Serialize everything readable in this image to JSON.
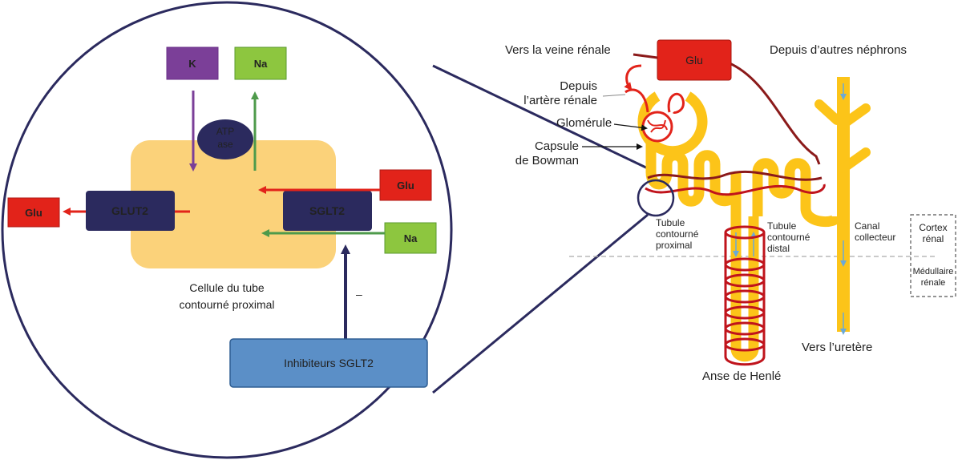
{
  "cell": {
    "k_label": "K",
    "na_top_label": "Na",
    "atpase_line1": "ATP",
    "atpase_line2": "ase",
    "glut2_label": "GLUT2",
    "sglt2_label": "SGLT2",
    "glu_out_label": "Glu",
    "glu_in_label": "Glu",
    "na_in_label": "Na",
    "caption_line1": "Cellule du tube",
    "caption_line2": "contourné proximal",
    "inhibitor_label": "Inhibiteurs SGLT2",
    "minus_sign": "–"
  },
  "nephron": {
    "glu_label": "Glu",
    "veine_renale": "Vers la veine rénale",
    "artere_line1": "Depuis",
    "artere_line2": "l’artère rénale",
    "glomerule": "Glomérule",
    "capsule_line1": "Capsule",
    "capsule_line2": "de Bowman",
    "autres_nephrons": "Depuis d’autres néphrons",
    "tubule_proximal_line1": "Tubule",
    "tubule_proximal_line2": "contourné",
    "tubule_proximal_line3": "proximal",
    "tubule_distal_line1": "Tubule",
    "tubule_distal_line2": "contourné",
    "tubule_distal_line3": "distal",
    "canal_line1": "Canal",
    "canal_line2": "collecteur",
    "cortex_line1": "Cortex",
    "cortex_line2": "rénal",
    "medullaire_line1": "Médullaire",
    "medullaire_line2": "rénale",
    "ureter": "Vers l’uretère",
    "henle": "Anse de Henlé"
  },
  "colors": {
    "red": "#e2231a",
    "dark_red": "#8b1a1a",
    "navy": "#2b2a5e",
    "yellow": "#fcc419",
    "cell_fill": "#fbd27a",
    "purple": "#7b3f98",
    "green_box": "#8dc63f",
    "green_arrow": "#4e9a4b",
    "inhibitor": "#5b8fc7"
  }
}
